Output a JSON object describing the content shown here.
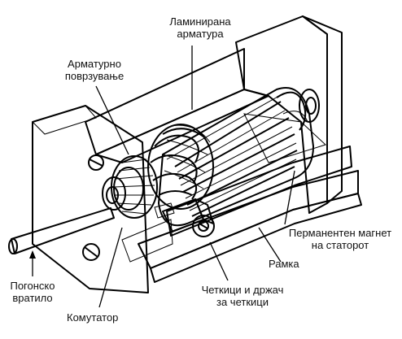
{
  "labels": {
    "armature": [
      "Ламинирана",
      "арматура"
    ],
    "winding": [
      "Арматурно",
      "поврзување"
    ],
    "magnet": [
      "Перманентен магнет",
      "на статорот"
    ],
    "frame": "Рамка",
    "brushes": [
      "Четкици и држач",
      "за четкици"
    ],
    "commutator": "Комутатор",
    "shaft": [
      "Погонско",
      "вратило"
    ]
  }
}
